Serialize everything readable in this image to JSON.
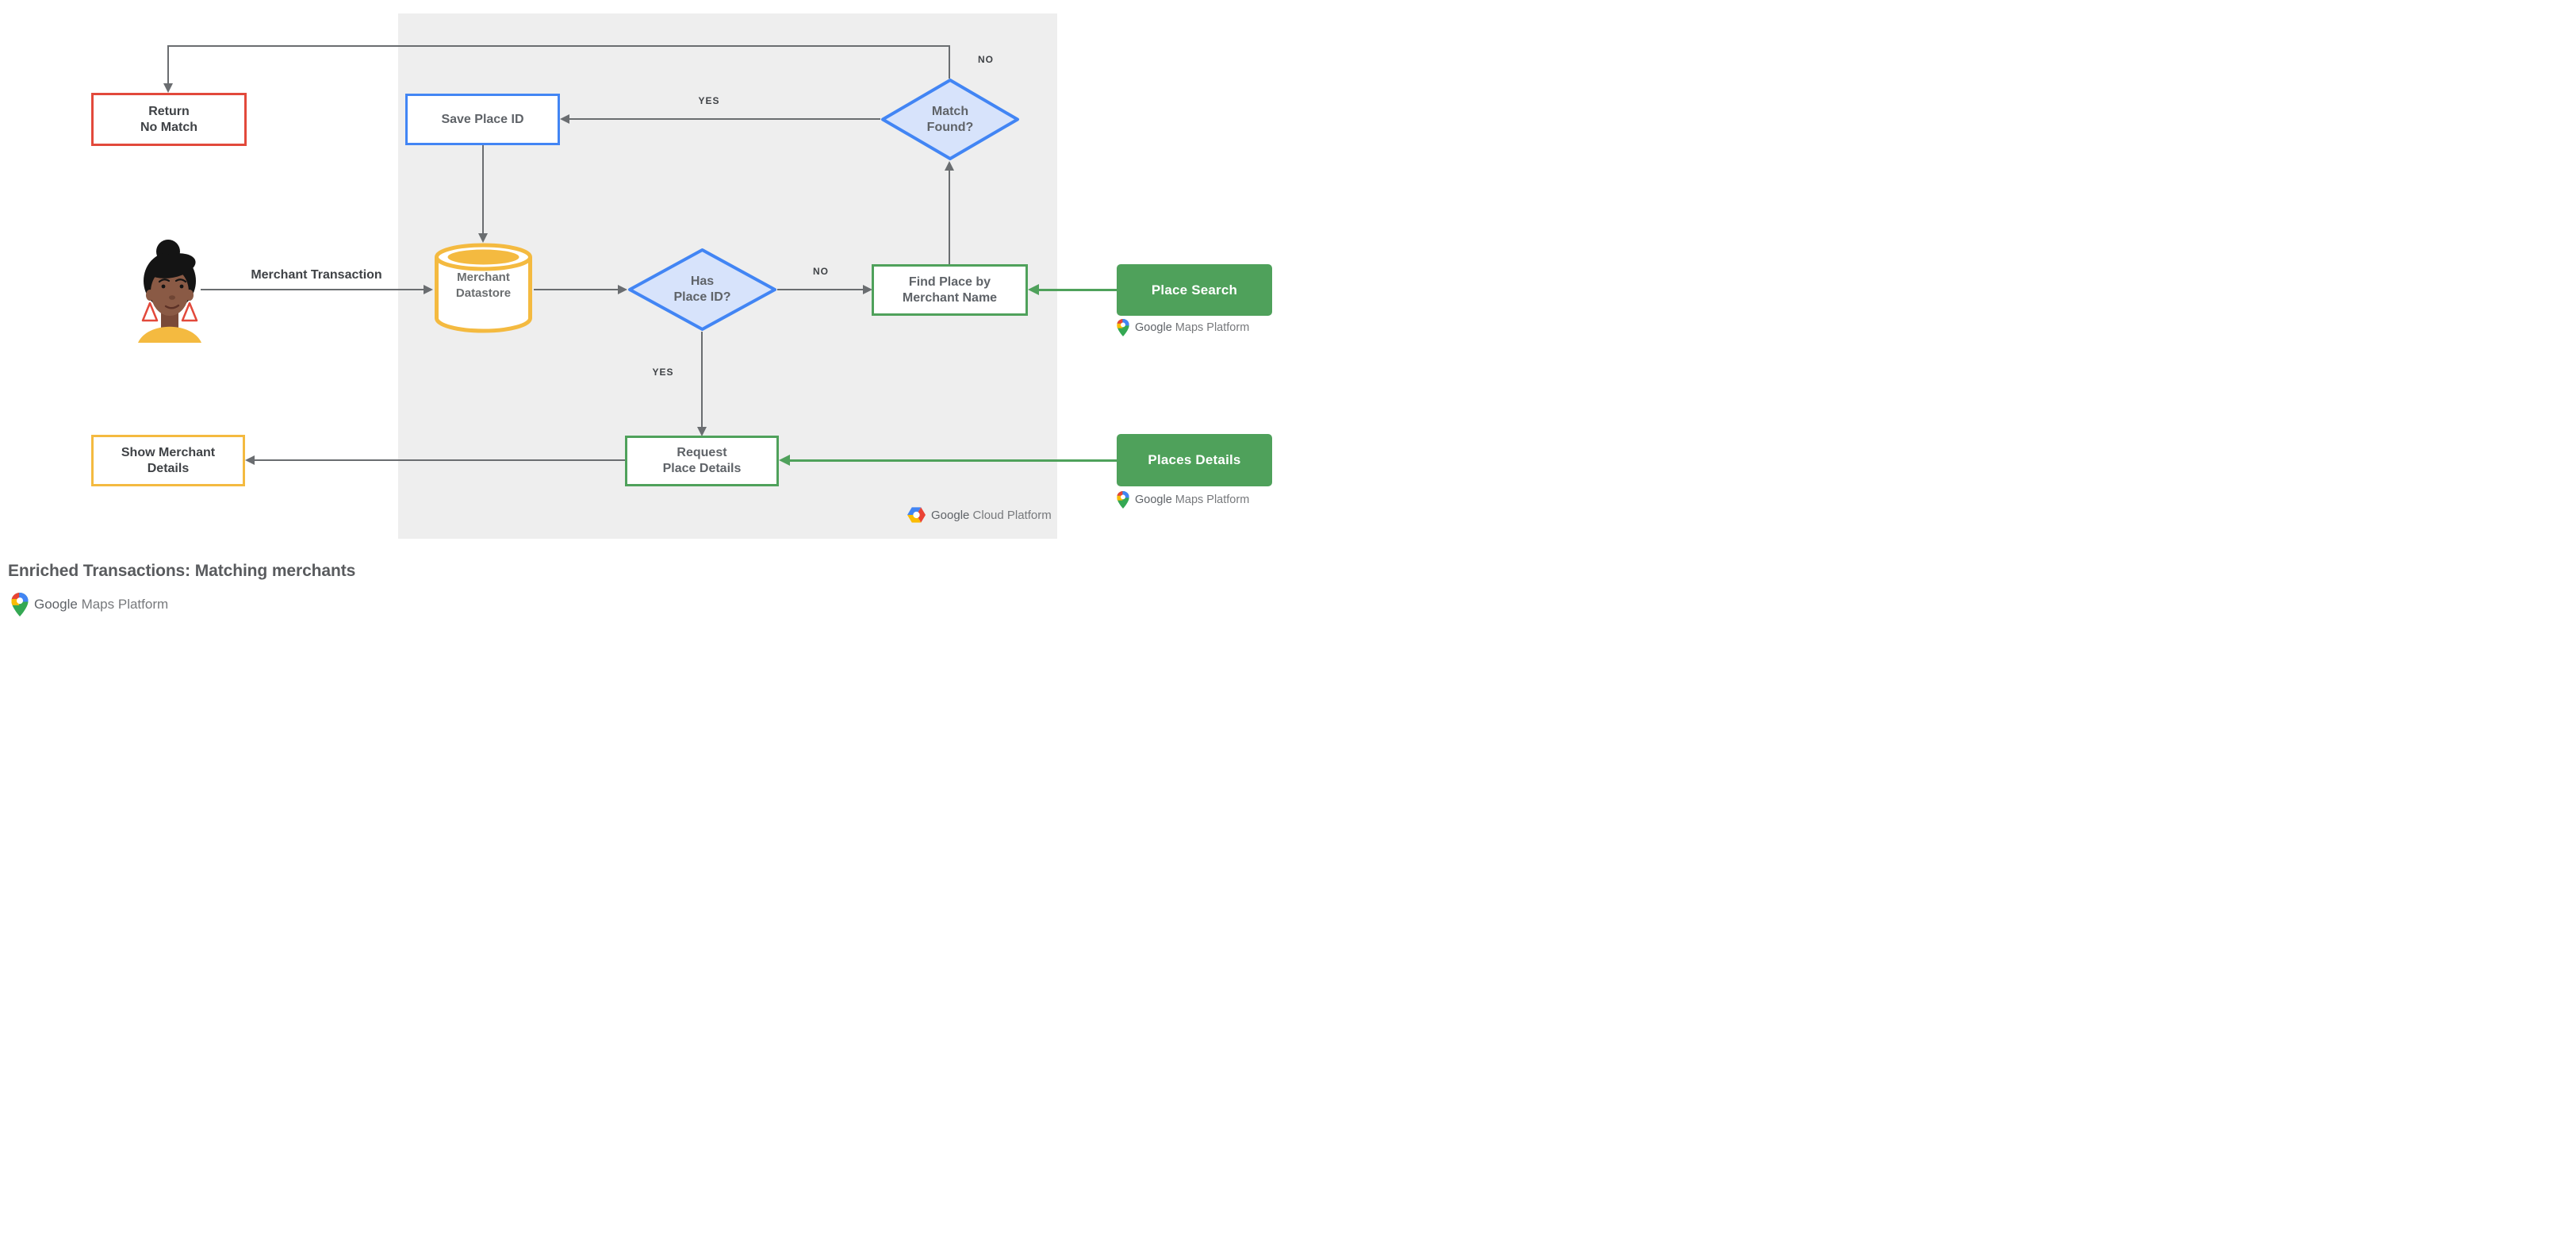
{
  "title": "Enriched Transactions: Matching merchants",
  "colors": {
    "red": "#E2493B",
    "blue": "#4285F4",
    "blue_fill": "#D7E3FB",
    "green": "#4FA15B",
    "yellow": "#F4BA40",
    "panel": "#EEEEEE",
    "arrow": "#6A6D70",
    "text_dark": "#3F4246",
    "text_gray": "#5F6368",
    "logo_gray": "#77797C"
  },
  "nodes": {
    "return_no_match": "Return\nNo Match",
    "save_place_id": "Save Place ID",
    "match_found": "Match\nFound?",
    "merchant_datastore": "Merchant\nDatastore",
    "has_place_id": "Has\nPlace ID?",
    "find_place_by_merchant_name": "Find Place by\nMerchant Name",
    "place_search": "Place Search",
    "request_place_details": "Request\nPlace Details",
    "places_details": "Places Details",
    "show_merchant_details": "Show Merchant\nDetails"
  },
  "edge_labels": {
    "merchant_transaction": "Merchant Transaction",
    "match_yes": "YES",
    "match_no": "NO",
    "has_no": "NO",
    "has_yes": "YES"
  },
  "logos": {
    "google": "Google",
    "maps_platform": "Maps Platform",
    "cloud_platform": "Cloud Platform"
  }
}
